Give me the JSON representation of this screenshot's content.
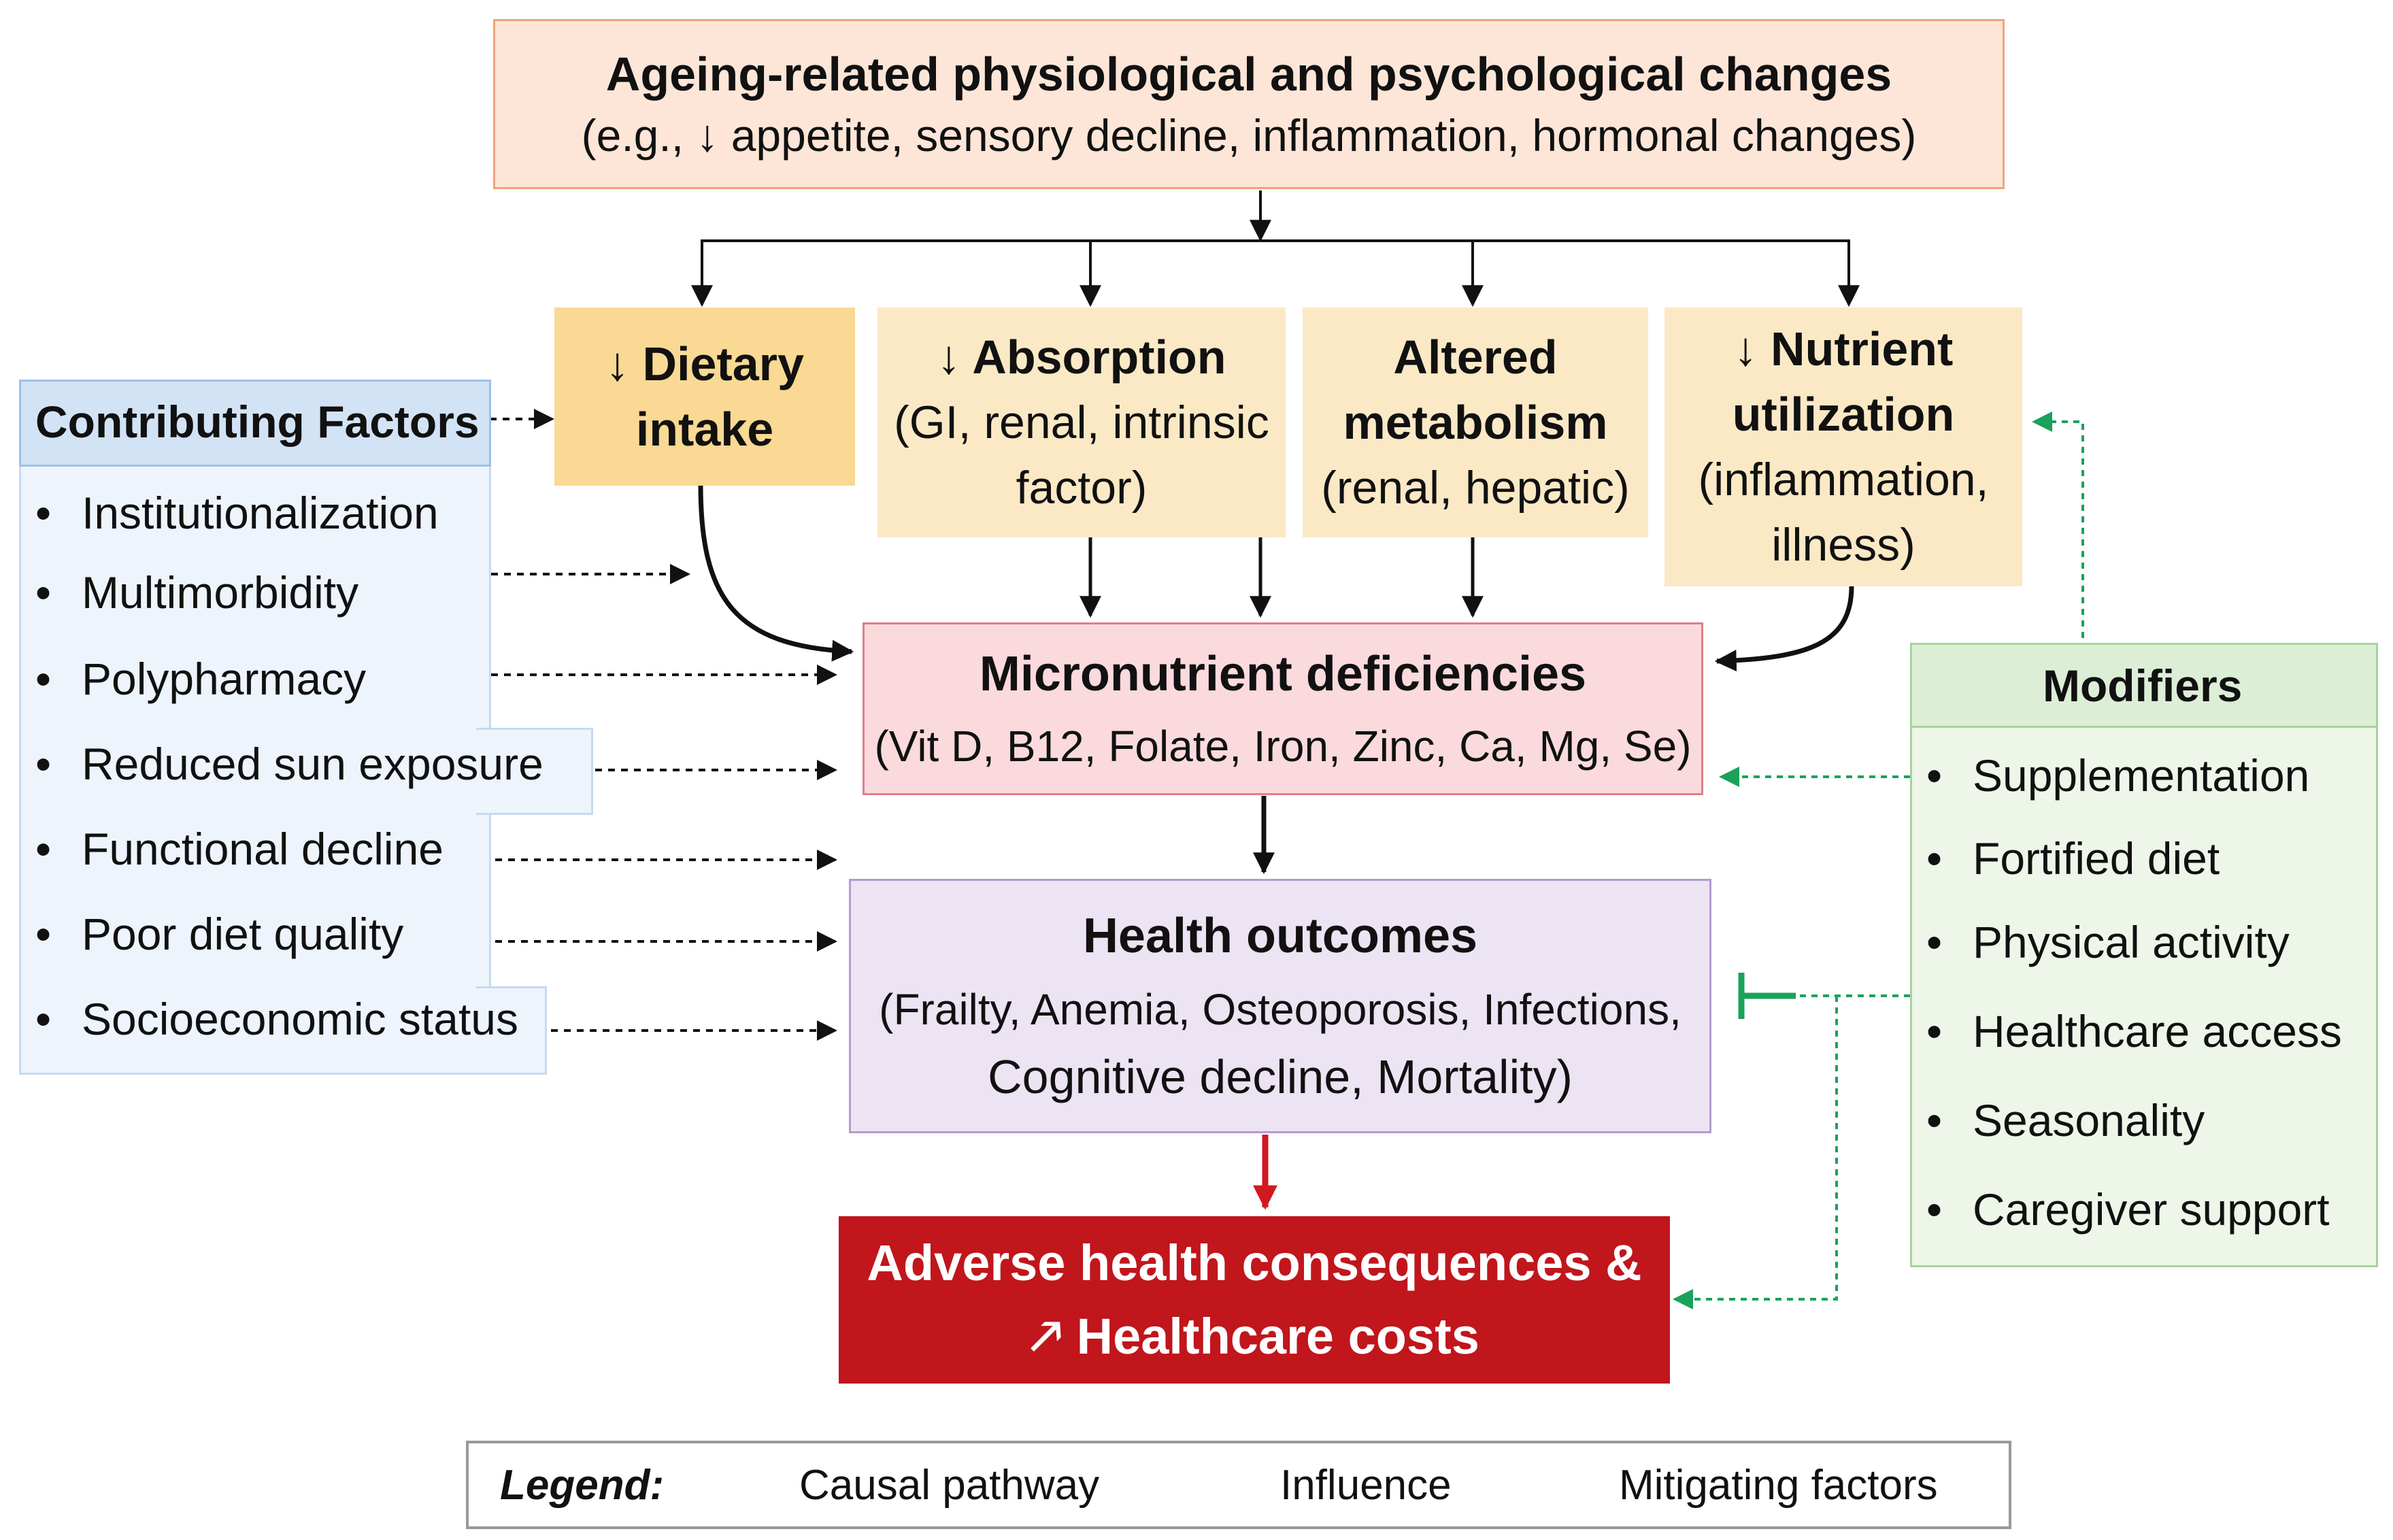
{
  "top": {
    "title": "Ageing-related physiological and psychological changes",
    "subtitle": "(e.g., ↓ appetite, sensory decline, inflammation, hormonal changes)"
  },
  "mechanisms": [
    {
      "line1": "↓ Dietary",
      "line2": "intake",
      "detail1": "",
      "detail2": ""
    },
    {
      "line1": "↓ Absorption",
      "line2": "",
      "detail1": "(GI, renal, intrinsic",
      "detail2": "factor)"
    },
    {
      "line1": "Altered",
      "line2": "metabolism",
      "detail1": "(renal, hepatic)",
      "detail2": ""
    },
    {
      "line1": "↓ Nutrient",
      "line2": "utilization",
      "detail1": "(inflammation,",
      "detail2": "illness)"
    }
  ],
  "contributing": {
    "header": "Contributing Factors",
    "items": [
      "Institutionalization",
      "Multimorbidity",
      "Polypharmacy",
      "Reduced sun exposure",
      "Functional decline",
      "Poor diet quality",
      "Socioeconomic status"
    ]
  },
  "micronutrient": {
    "title": "Micronutrient deficiencies",
    "detail": "(Vit D, B12, Folate, Iron, Zinc, Ca, Mg, Se)"
  },
  "outcomes": {
    "title": "Health outcomes",
    "detail1": "(Frailty, Anemia, Osteoporosis, Infections,",
    "detail2": "Cognitive decline, Mortality)"
  },
  "adverse": {
    "line1": "Adverse health consequences &",
    "line2": "🡕 Healthcare costs"
  },
  "modifiers": {
    "header": "Modifiers",
    "items": [
      "Supplementation",
      "Fortified diet",
      "Physical activity",
      "Healthcare access",
      "Seasonality",
      "Caregiver support"
    ]
  },
  "legend": {
    "label": "Legend:",
    "causal": "Causal pathway",
    "influence": "Influence",
    "mitigating": "Mitigating factors"
  },
  "colors": {
    "top_fill": "#fde6d8",
    "top_border": "#f2a27a",
    "mech_fill": "#fbe9c6",
    "mech_fill_first": "#f9d993",
    "contrib_fill": "#e9f1fb",
    "contrib_header": "#d3e3f6",
    "contrib_border": "#9fc0e6",
    "micro_fill": "#fadadd",
    "micro_border": "#e07f86",
    "outcome_fill": "#ece3f3",
    "outcome_border": "#b59ad1",
    "adverse_fill": "#c0161c",
    "mod_fill": "#eef6ea",
    "mod_header": "#dcefd6",
    "mod_border": "#a6d39a",
    "mitigating": "#1aa25a",
    "red_arrow": "#d11a1f"
  }
}
